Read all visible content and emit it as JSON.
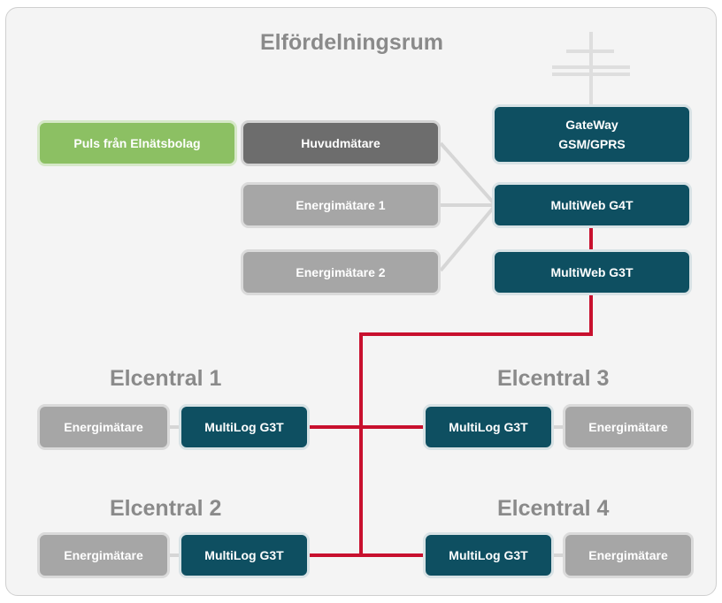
{
  "title": "Elfördelningsrum",
  "boxes": {
    "puls": "Puls från Elnätsbolag",
    "huvudmatare": "Huvudmätare",
    "energimatare_1": "Energimätare 1",
    "energimatare_2": "Energimätare 2",
    "gateway_line1": "GateWay",
    "gateway_line2": "GSM/GPRS",
    "multiweb_g4t": "MultiWeb G4T",
    "multiweb_g3t": "MultiWeb G3T"
  },
  "elcentraler": [
    {
      "label": "Elcentral 1",
      "logger": "MultiLog G3T",
      "meter": "Energimätare"
    },
    {
      "label": "Elcentral 2",
      "logger": "MultiLog G3T",
      "meter": "Energimätare"
    },
    {
      "label": "Elcentral 3",
      "logger": "MultiLog G3T",
      "meter": "Energimätare"
    },
    {
      "label": "Elcentral 4",
      "logger": "MultiLog G3T",
      "meter": "Energimätare"
    }
  ],
  "colors": {
    "bus": "#c8102e",
    "connector": "#d6d6d6",
    "teal": "#0e4f61",
    "green": "#8cc063",
    "grey": "#a6a6a6",
    "dark_grey": "#6d6d6d",
    "heading": "#8a8a8a"
  }
}
